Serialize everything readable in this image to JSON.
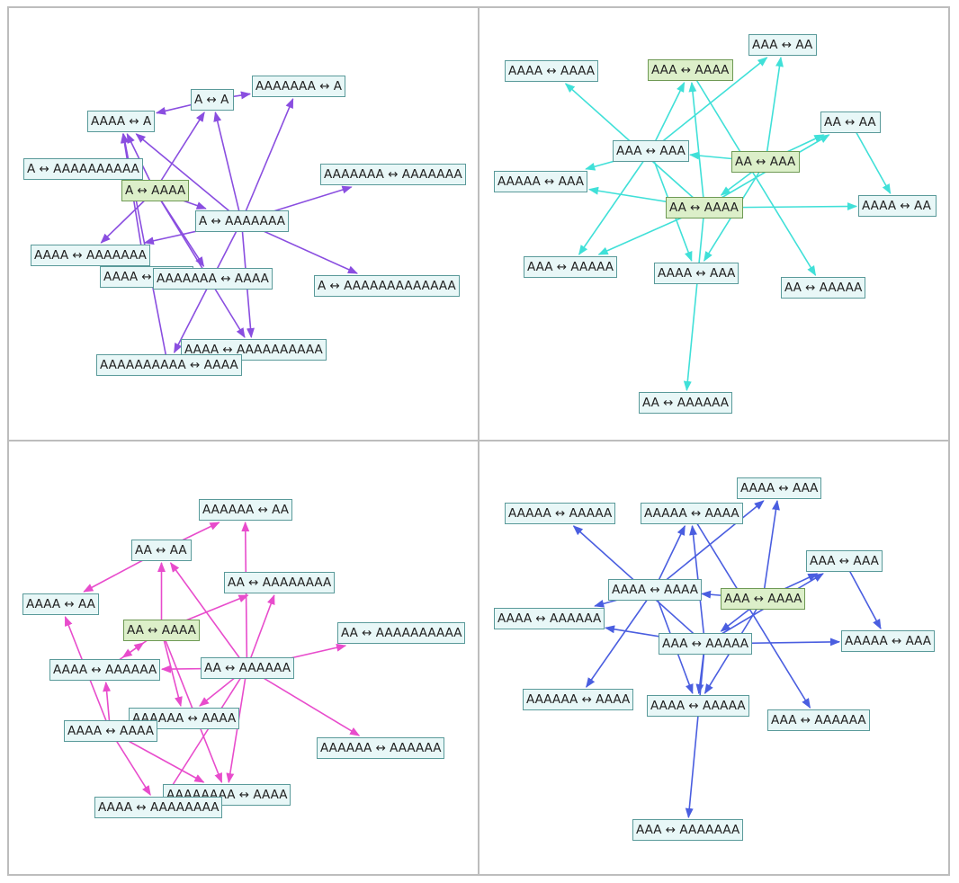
{
  "panels": [
    {
      "edge_color": "#8a4ee0",
      "nodes": [
        {
          "label": "AAAAAAA ↔ A",
          "highlight": false
        },
        {
          "label": "A ↔ A",
          "highlight": false
        },
        {
          "label": "AAAA ↔ A",
          "highlight": false
        },
        {
          "label": "A ↔ AAAAAAAAAA",
          "highlight": false
        },
        {
          "label": "A ↔ AAAA",
          "highlight": true
        },
        {
          "label": "AAAAAAA ↔ AAAAAAA",
          "highlight": false
        },
        {
          "label": "A ↔ AAAAAAA",
          "highlight": false
        },
        {
          "label": "AAAA ↔ AAAAAAA",
          "highlight": false
        },
        {
          "label": "AAAA ↔ AAAA",
          "highlight": false
        },
        {
          "label": "AAAAAAA ↔ AAAA",
          "highlight": false
        },
        {
          "label": "A ↔ AAAAAAAAAAAAA",
          "highlight": false
        },
        {
          "label": "AAAA ↔ AAAAAAAAAA",
          "highlight": false
        },
        {
          "label": "AAAAAAAAAA ↔ AAAA",
          "highlight": false
        }
      ],
      "edges": [
        [
          1,
          2
        ],
        [
          1,
          0
        ],
        [
          4,
          1
        ],
        [
          4,
          3
        ],
        [
          4,
          6
        ],
        [
          4,
          7
        ],
        [
          4,
          9
        ],
        [
          4,
          11
        ],
        [
          4,
          2
        ],
        [
          6,
          1
        ],
        [
          6,
          0
        ],
        [
          6,
          5
        ],
        [
          6,
          10
        ],
        [
          6,
          11
        ],
        [
          6,
          12
        ],
        [
          6,
          7
        ],
        [
          6,
          2
        ],
        [
          12,
          2
        ],
        [
          8,
          2
        ]
      ]
    },
    {
      "edge_color": "#40e0d8",
      "nodes": [
        {
          "label": "AAAA ↔ AAAA",
          "highlight": false
        },
        {
          "label": "AAA ↔ AAAA",
          "highlight": true
        },
        {
          "label": "AAA ↔ AA",
          "highlight": false
        },
        {
          "label": "AA ↔ AA",
          "highlight": false
        },
        {
          "label": "AAA ↔ AAA",
          "highlight": false
        },
        {
          "label": "AA ↔ AAA",
          "highlight": true
        },
        {
          "label": "AAAAA ↔ AAA",
          "highlight": false
        },
        {
          "label": "AAAA ↔ AA",
          "highlight": false
        },
        {
          "label": "AA ↔ AAAA",
          "highlight": true
        },
        {
          "label": "AAA ↔ AAAAA",
          "highlight": false
        },
        {
          "label": "AAAA ↔ AAA",
          "highlight": false
        },
        {
          "label": "AA ↔ AAAAA",
          "highlight": false
        },
        {
          "label": "AA ↔ AAAAAA",
          "highlight": false
        }
      ],
      "edges": [
        [
          4,
          1
        ],
        [
          4,
          2
        ],
        [
          4,
          6
        ],
        [
          4,
          9
        ],
        [
          4,
          10
        ],
        [
          5,
          4
        ],
        [
          5,
          3
        ],
        [
          5,
          8
        ],
        [
          5,
          10
        ],
        [
          5,
          2
        ],
        [
          8,
          0
        ],
        [
          8,
          1
        ],
        [
          8,
          7
        ],
        [
          8,
          9
        ],
        [
          8,
          12
        ],
        [
          8,
          6
        ],
        [
          8,
          3
        ],
        [
          1,
          11
        ],
        [
          3,
          7
        ]
      ]
    },
    {
      "edge_color": "#e84ccc",
      "nodes": [
        {
          "label": "AAAAAA ↔ AA",
          "highlight": false
        },
        {
          "label": "AA ↔ AA",
          "highlight": false
        },
        {
          "label": "AA ↔ AAAAAAAA",
          "highlight": false
        },
        {
          "label": "AAAA ↔ AA",
          "highlight": false
        },
        {
          "label": "AA ↔ AAAA",
          "highlight": true
        },
        {
          "label": "AA ↔ AAAAAAAAAA",
          "highlight": false
        },
        {
          "label": "AAAA ↔ AAAAAA",
          "highlight": false
        },
        {
          "label": "AA ↔ AAAAAA",
          "highlight": false
        },
        {
          "label": "AAAAAA ↔ AAAA",
          "highlight": false
        },
        {
          "label": "AAAA ↔ AAAA",
          "highlight": false
        },
        {
          "label": "AAAAAA ↔ AAAAAA",
          "highlight": false
        },
        {
          "label": "AAAAAAAA ↔ AAAA",
          "highlight": false
        },
        {
          "label": "AAAA ↔ AAAAAAAA",
          "highlight": false
        }
      ],
      "edges": [
        [
          1,
          0
        ],
        [
          1,
          3
        ],
        [
          4,
          1
        ],
        [
          4,
          2
        ],
        [
          4,
          6
        ],
        [
          4,
          8
        ],
        [
          4,
          11
        ],
        [
          7,
          0
        ],
        [
          7,
          2
        ],
        [
          7,
          1
        ],
        [
          7,
          5
        ],
        [
          7,
          6
        ],
        [
          7,
          8
        ],
        [
          7,
          10
        ],
        [
          7,
          12
        ],
        [
          7,
          11
        ],
        [
          9,
          3
        ],
        [
          9,
          6
        ],
        [
          9,
          12
        ],
        [
          9,
          11
        ],
        [
          6,
          4
        ]
      ]
    },
    {
      "edge_color": "#4a5ee0",
      "nodes": [
        {
          "label": "AAAAA ↔ AAAAA",
          "highlight": false
        },
        {
          "label": "AAAAA ↔ AAAA",
          "highlight": false
        },
        {
          "label": "AAAA ↔ AAA",
          "highlight": false
        },
        {
          "label": "AAA ↔ AAA",
          "highlight": false
        },
        {
          "label": "AAAA ↔ AAAA",
          "highlight": false
        },
        {
          "label": "AAA ↔ AAAA",
          "highlight": true
        },
        {
          "label": "AAAA ↔ AAAAAA",
          "highlight": false
        },
        {
          "label": "AAA ↔ AAAAA",
          "highlight": false
        },
        {
          "label": "AAAAA ↔ AAA",
          "highlight": false
        },
        {
          "label": "AAAAAA ↔ AAAA",
          "highlight": false
        },
        {
          "label": "AAAA ↔ AAAAA",
          "highlight": false
        },
        {
          "label": "AAA ↔ AAAAAA",
          "highlight": false
        },
        {
          "label": "AAA ↔ AAAAAAA",
          "highlight": false
        }
      ],
      "edges": [
        [
          4,
          1
        ],
        [
          4,
          2
        ],
        [
          4,
          6
        ],
        [
          4,
          9
        ],
        [
          4,
          10
        ],
        [
          5,
          4
        ],
        [
          5,
          3
        ],
        [
          5,
          7
        ],
        [
          5,
          10
        ],
        [
          5,
          2
        ],
        [
          7,
          0
        ],
        [
          7,
          1
        ],
        [
          7,
          8
        ],
        [
          7,
          10
        ],
        [
          7,
          12
        ],
        [
          7,
          6
        ],
        [
          7,
          3
        ],
        [
          1,
          11
        ],
        [
          3,
          8
        ]
      ]
    }
  ]
}
